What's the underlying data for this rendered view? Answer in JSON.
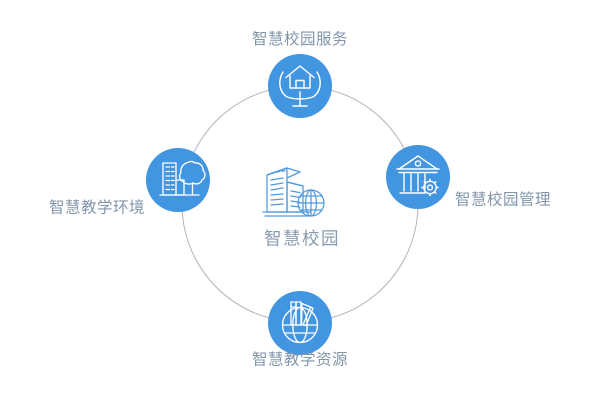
{
  "diagram": {
    "title": "智慧校园",
    "type": "hub-and-spoke-circle",
    "colors": {
      "node_fill": "#4295e0",
      "node_fill_alt": "#3f93e3",
      "ring_stroke": "#b9b9c6",
      "label_text": "#8195ab",
      "center_label_text": "#8a9cb0",
      "center_icon_stroke": "#4e9ae0",
      "background": "#ffffff"
    },
    "center": {
      "label": "智慧校园",
      "icon": "buildings-globe-icon"
    },
    "nodes": [
      {
        "id": "top",
        "label": "智慧校园服务",
        "icon": "house-in-hands-icon",
        "position": "top"
      },
      {
        "id": "right",
        "label": "智慧校园管理",
        "icon": "classical-building-gear-icon",
        "position": "right"
      },
      {
        "id": "bottom",
        "label": "智慧教学资源",
        "icon": "books-globe-icon",
        "position": "bottom"
      },
      {
        "id": "left",
        "label": "智慧教学环境",
        "icon": "building-tree-icon",
        "position": "left"
      }
    ]
  }
}
